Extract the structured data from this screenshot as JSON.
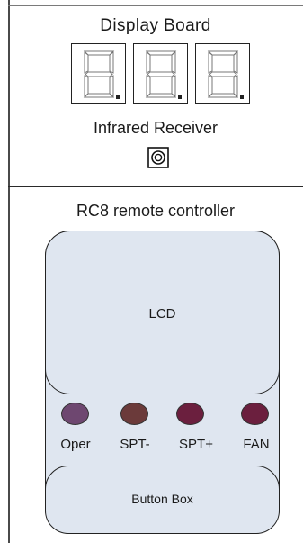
{
  "display_board": {
    "title": "Display Board",
    "digit_count": 3,
    "infrared_label": "Infrared Receiver"
  },
  "remote": {
    "title": "RC8 remote controller",
    "lcd_label": "LCD",
    "buttons": [
      {
        "label": "Oper",
        "color": "#6e4770"
      },
      {
        "label": "SPT-",
        "color": "#6b3a3a"
      },
      {
        "label": "SPT+",
        "color": "#6b1f3e"
      },
      {
        "label": "FAN",
        "color": "#6b1f3e"
      }
    ],
    "button_box_label": "Button Box"
  }
}
